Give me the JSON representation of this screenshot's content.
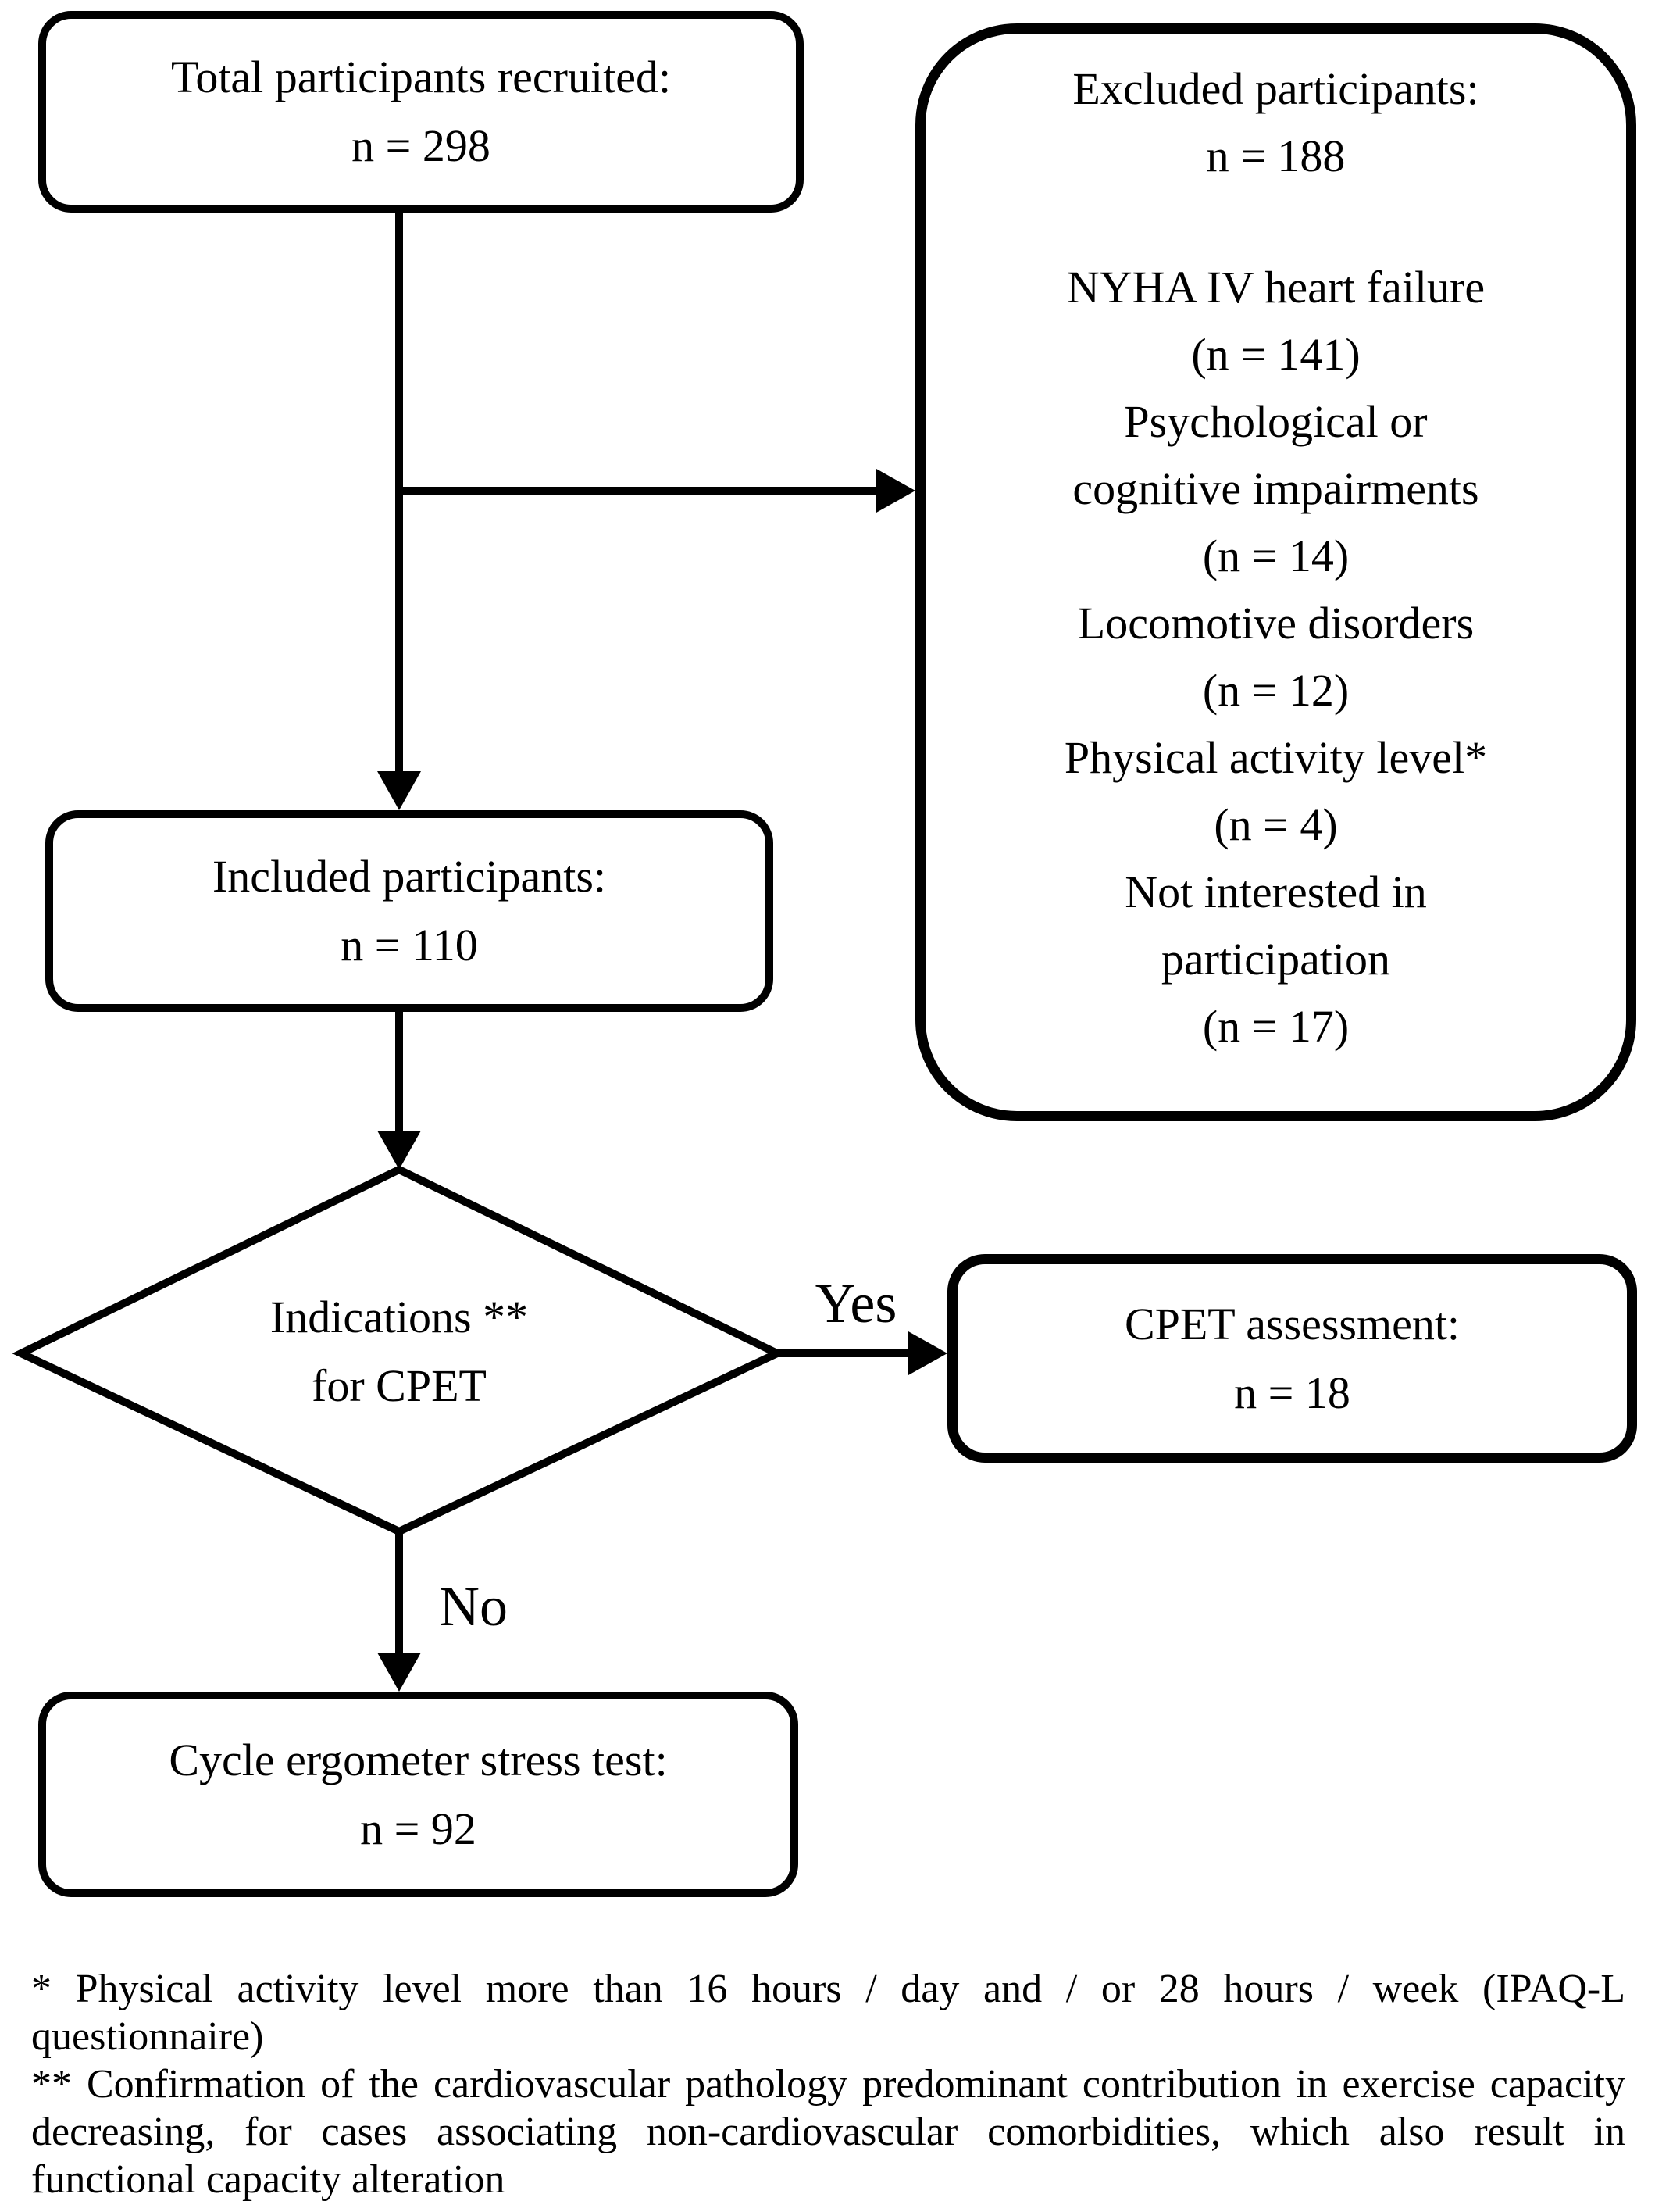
{
  "colors": {
    "ink": "#000000",
    "background": "#ffffff"
  },
  "nodes": {
    "total": {
      "title": "Total participants recruited:",
      "count": "n = 298"
    },
    "excluded": {
      "title": "Excluded participants:",
      "count": "n = 188",
      "reasons": [
        {
          "lines": [
            "NYHA IV heart failure"
          ],
          "count": "(n = 141)"
        },
        {
          "lines": [
            "Psychological or",
            "cognitive impairments"
          ],
          "count": "(n = 14)"
        },
        {
          "lines": [
            "Locomotive disorders"
          ],
          "count": "(n = 12)"
        },
        {
          "lines": [
            "Physical activity level*"
          ],
          "count": "(n = 4)"
        },
        {
          "lines": [
            "Not interested in",
            "participation"
          ],
          "count": "(n = 17)"
        }
      ]
    },
    "included": {
      "title": "Included participants:",
      "count": "n = 110"
    },
    "decision": {
      "line1": "Indications **",
      "line2": "for CPET"
    },
    "cpet": {
      "title": "CPET assessment:",
      "count": "n = 18"
    },
    "cycle": {
      "title": "Cycle ergometer stress test:",
      "count": "n = 92"
    }
  },
  "edges": {
    "yes_label": "Yes",
    "no_label": "No"
  },
  "footnotes": [
    "* Physical activity level more than 16 hours / day and / or 28 hours / week (IPAQ-L questionnaire)",
    "** Confirmation of the cardiovascular pathology predominant contribution in exercise capacity decreasing, for cases associating non-cardiovascular comorbidities, which also result in functional capacity alteration"
  ]
}
